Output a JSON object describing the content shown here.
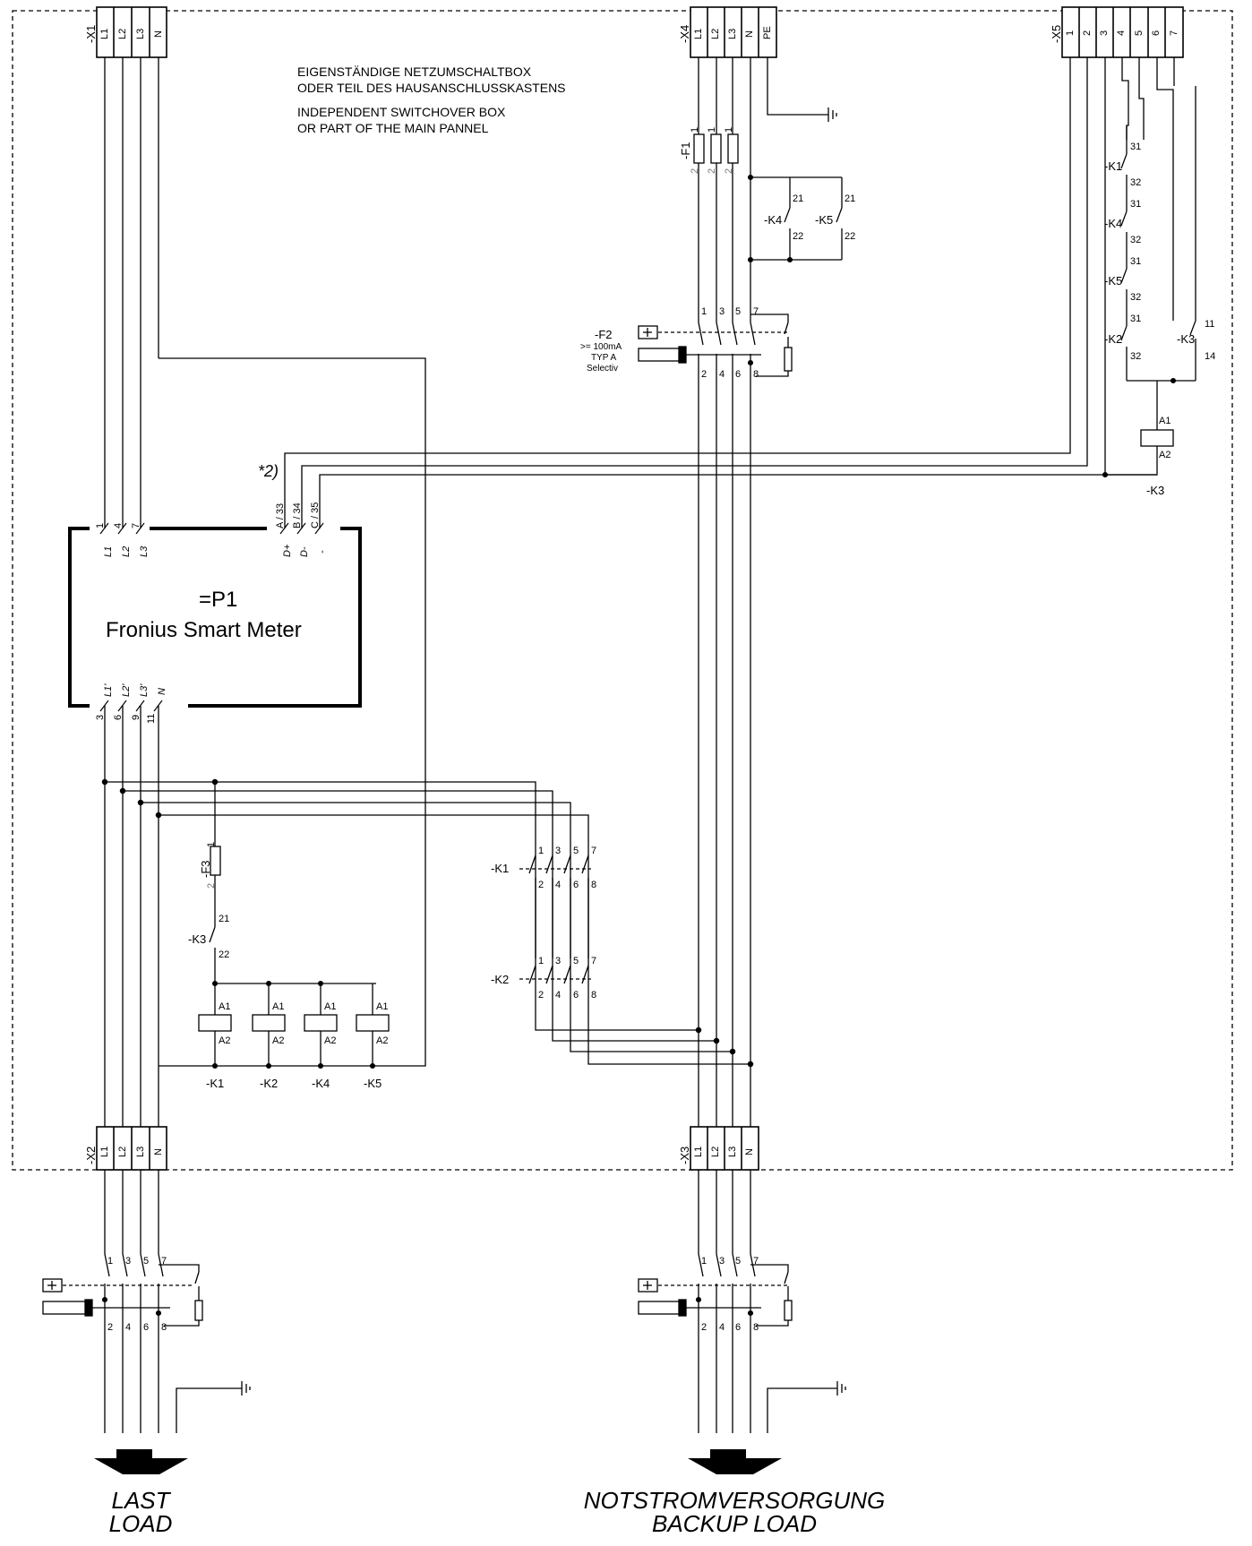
{
  "header_note": {
    "line1": "EIGENSTÄNDIGE NETZUMSCHALTBOX",
    "line2": "ODER TEIL DES HAUSANSCHLUSSKASTENS",
    "line3": "INDEPENDENT SWITCHOVER BOX",
    "line4": "OR PART OF THE MAIN PANNEL"
  },
  "terminals": {
    "x1": {
      "name": "-X1",
      "pins": [
        "L1",
        "L2",
        "L3",
        "N"
      ]
    },
    "x4": {
      "name": "-X4",
      "pins": [
        "L1",
        "L2",
        "L3",
        "N",
        "PE"
      ]
    },
    "x5": {
      "name": "-X5",
      "pins": [
        "1",
        "2",
        "3",
        "4",
        "5",
        "6",
        "7"
      ]
    },
    "x2": {
      "name": "-X2",
      "pins": [
        "L1",
        "L2",
        "L3",
        "N"
      ]
    },
    "x3": {
      "name": "-X3",
      "pins": [
        "L1",
        "L2",
        "L3",
        "N"
      ]
    }
  },
  "meter": {
    "id": "=P1",
    "name": "Fronius Smart Meter",
    "note": "*2)",
    "top_terms": [
      "1",
      "4",
      "7"
    ],
    "top_labels": [
      "L1",
      "L2",
      "L3"
    ],
    "comm_terms": [
      "A / 33",
      "B / 34",
      "C / 35"
    ],
    "comm_labels": [
      "D+",
      "D-",
      "-"
    ],
    "bottom_terms": [
      "3",
      "6",
      "9",
      "11"
    ],
    "bottom_labels": [
      "L1'",
      "L2'",
      "L3'",
      "N"
    ]
  },
  "devices": {
    "f1": "-F1",
    "f2": "-F2",
    "f2_spec1": ">= 100mA",
    "f2_spec2": "TYP A",
    "f2_spec3": "Selectiv",
    "f3": "-F3",
    "k1": "-K1",
    "k2": "-K2",
    "k3": "-K3",
    "k4": "-K4",
    "k5": "-K5"
  },
  "contact_numbers": {
    "main_top": [
      "1",
      "3",
      "5",
      "7"
    ],
    "main_bottom": [
      "2",
      "4",
      "6",
      "8"
    ],
    "nc_top": "21",
    "nc_bottom": "22",
    "aux_top": "31",
    "aux_bottom": "32",
    "no_top": "11",
    "no_bottom": "14",
    "coil_a1": "A1",
    "coil_a2": "A2",
    "fuse_1": "1",
    "fuse_2": "2"
  },
  "outputs": {
    "load_de": "LAST",
    "load_en": "LOAD",
    "backup_de": "NOTSTROMVERSORGUNG",
    "backup_en": "BACKUP LOAD"
  },
  "colors": {
    "ink": "#000000",
    "background": "#ffffff"
  }
}
